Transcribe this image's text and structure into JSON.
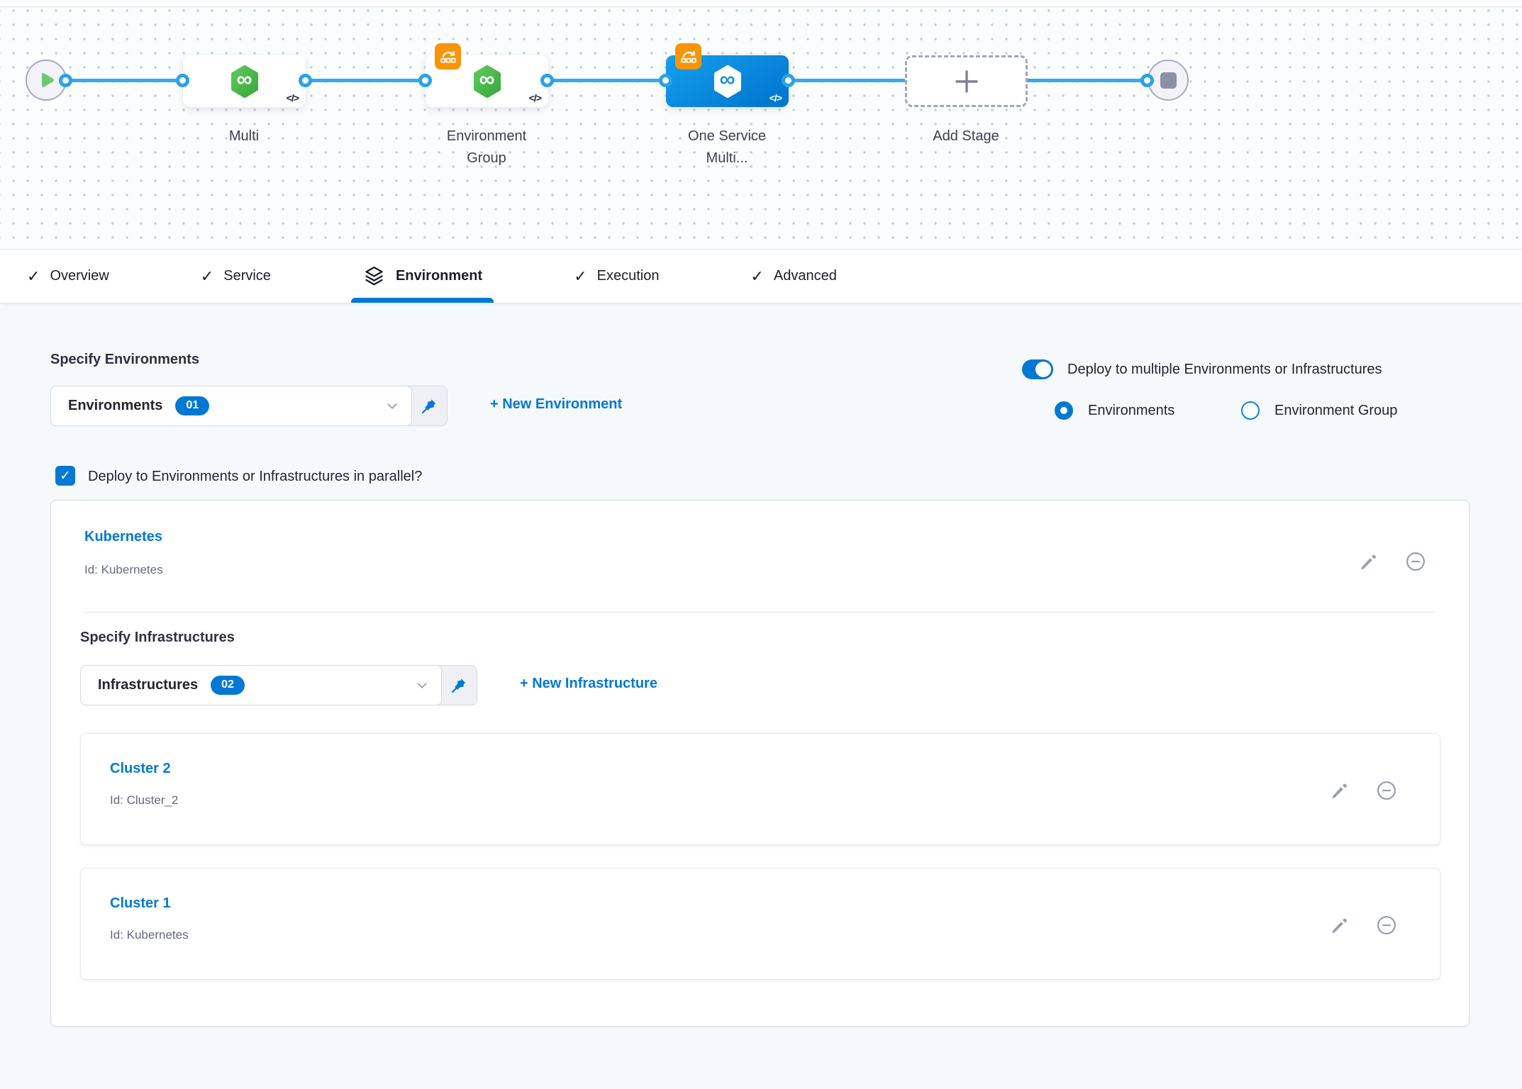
{
  "colors": {
    "accent_blue": "#0278d5",
    "connector_blue": "#38a9ea",
    "node_green": "#4cc14c",
    "selected_node_blue": "#0b8ee4",
    "badge_orange": "#f99406",
    "icon_grey": "#9b9eb5"
  },
  "icons": {
    "check": "✓",
    "infinity": "∞",
    "code": "</>",
    "plus": "+"
  },
  "pipeline": {
    "stages": [
      {
        "name": "Multi"
      },
      {
        "name": "Environment Group"
      },
      {
        "name": "One Service Multi...",
        "selected": true
      },
      {
        "name": "Add Stage"
      }
    ]
  },
  "tabs": [
    {
      "label": "Overview",
      "done": true
    },
    {
      "label": "Service",
      "done": true
    },
    {
      "label": "Environment",
      "active": true
    },
    {
      "label": "Execution",
      "done": true
    },
    {
      "label": "Advanced",
      "done": true
    }
  ],
  "environment_section": {
    "heading": "Specify Environments",
    "dropdown": {
      "label": "Environments",
      "count": "01"
    },
    "new_environment_link": "+ New Environment",
    "toggle_label": "Deploy to multiple Environments or Infrastructures",
    "radio_environments": "Environments",
    "radio_environment_group": "Environment Group",
    "parallel_checkbox_label": "Deploy to Environments or Infrastructures in parallel?"
  },
  "environment_card": {
    "title": "Kubernetes",
    "id": "Id: Kubernetes",
    "infrastructure": {
      "heading": "Specify Infrastructures",
      "dropdown": {
        "label": "Infrastructures",
        "count": "02"
      },
      "new_infrastructure_link": "+ New Infrastructure",
      "clusters": [
        {
          "title": "Cluster 2",
          "id": "Id: Cluster_2"
        },
        {
          "title": "Cluster 1",
          "id": "Id: Kubernetes"
        }
      ]
    }
  }
}
